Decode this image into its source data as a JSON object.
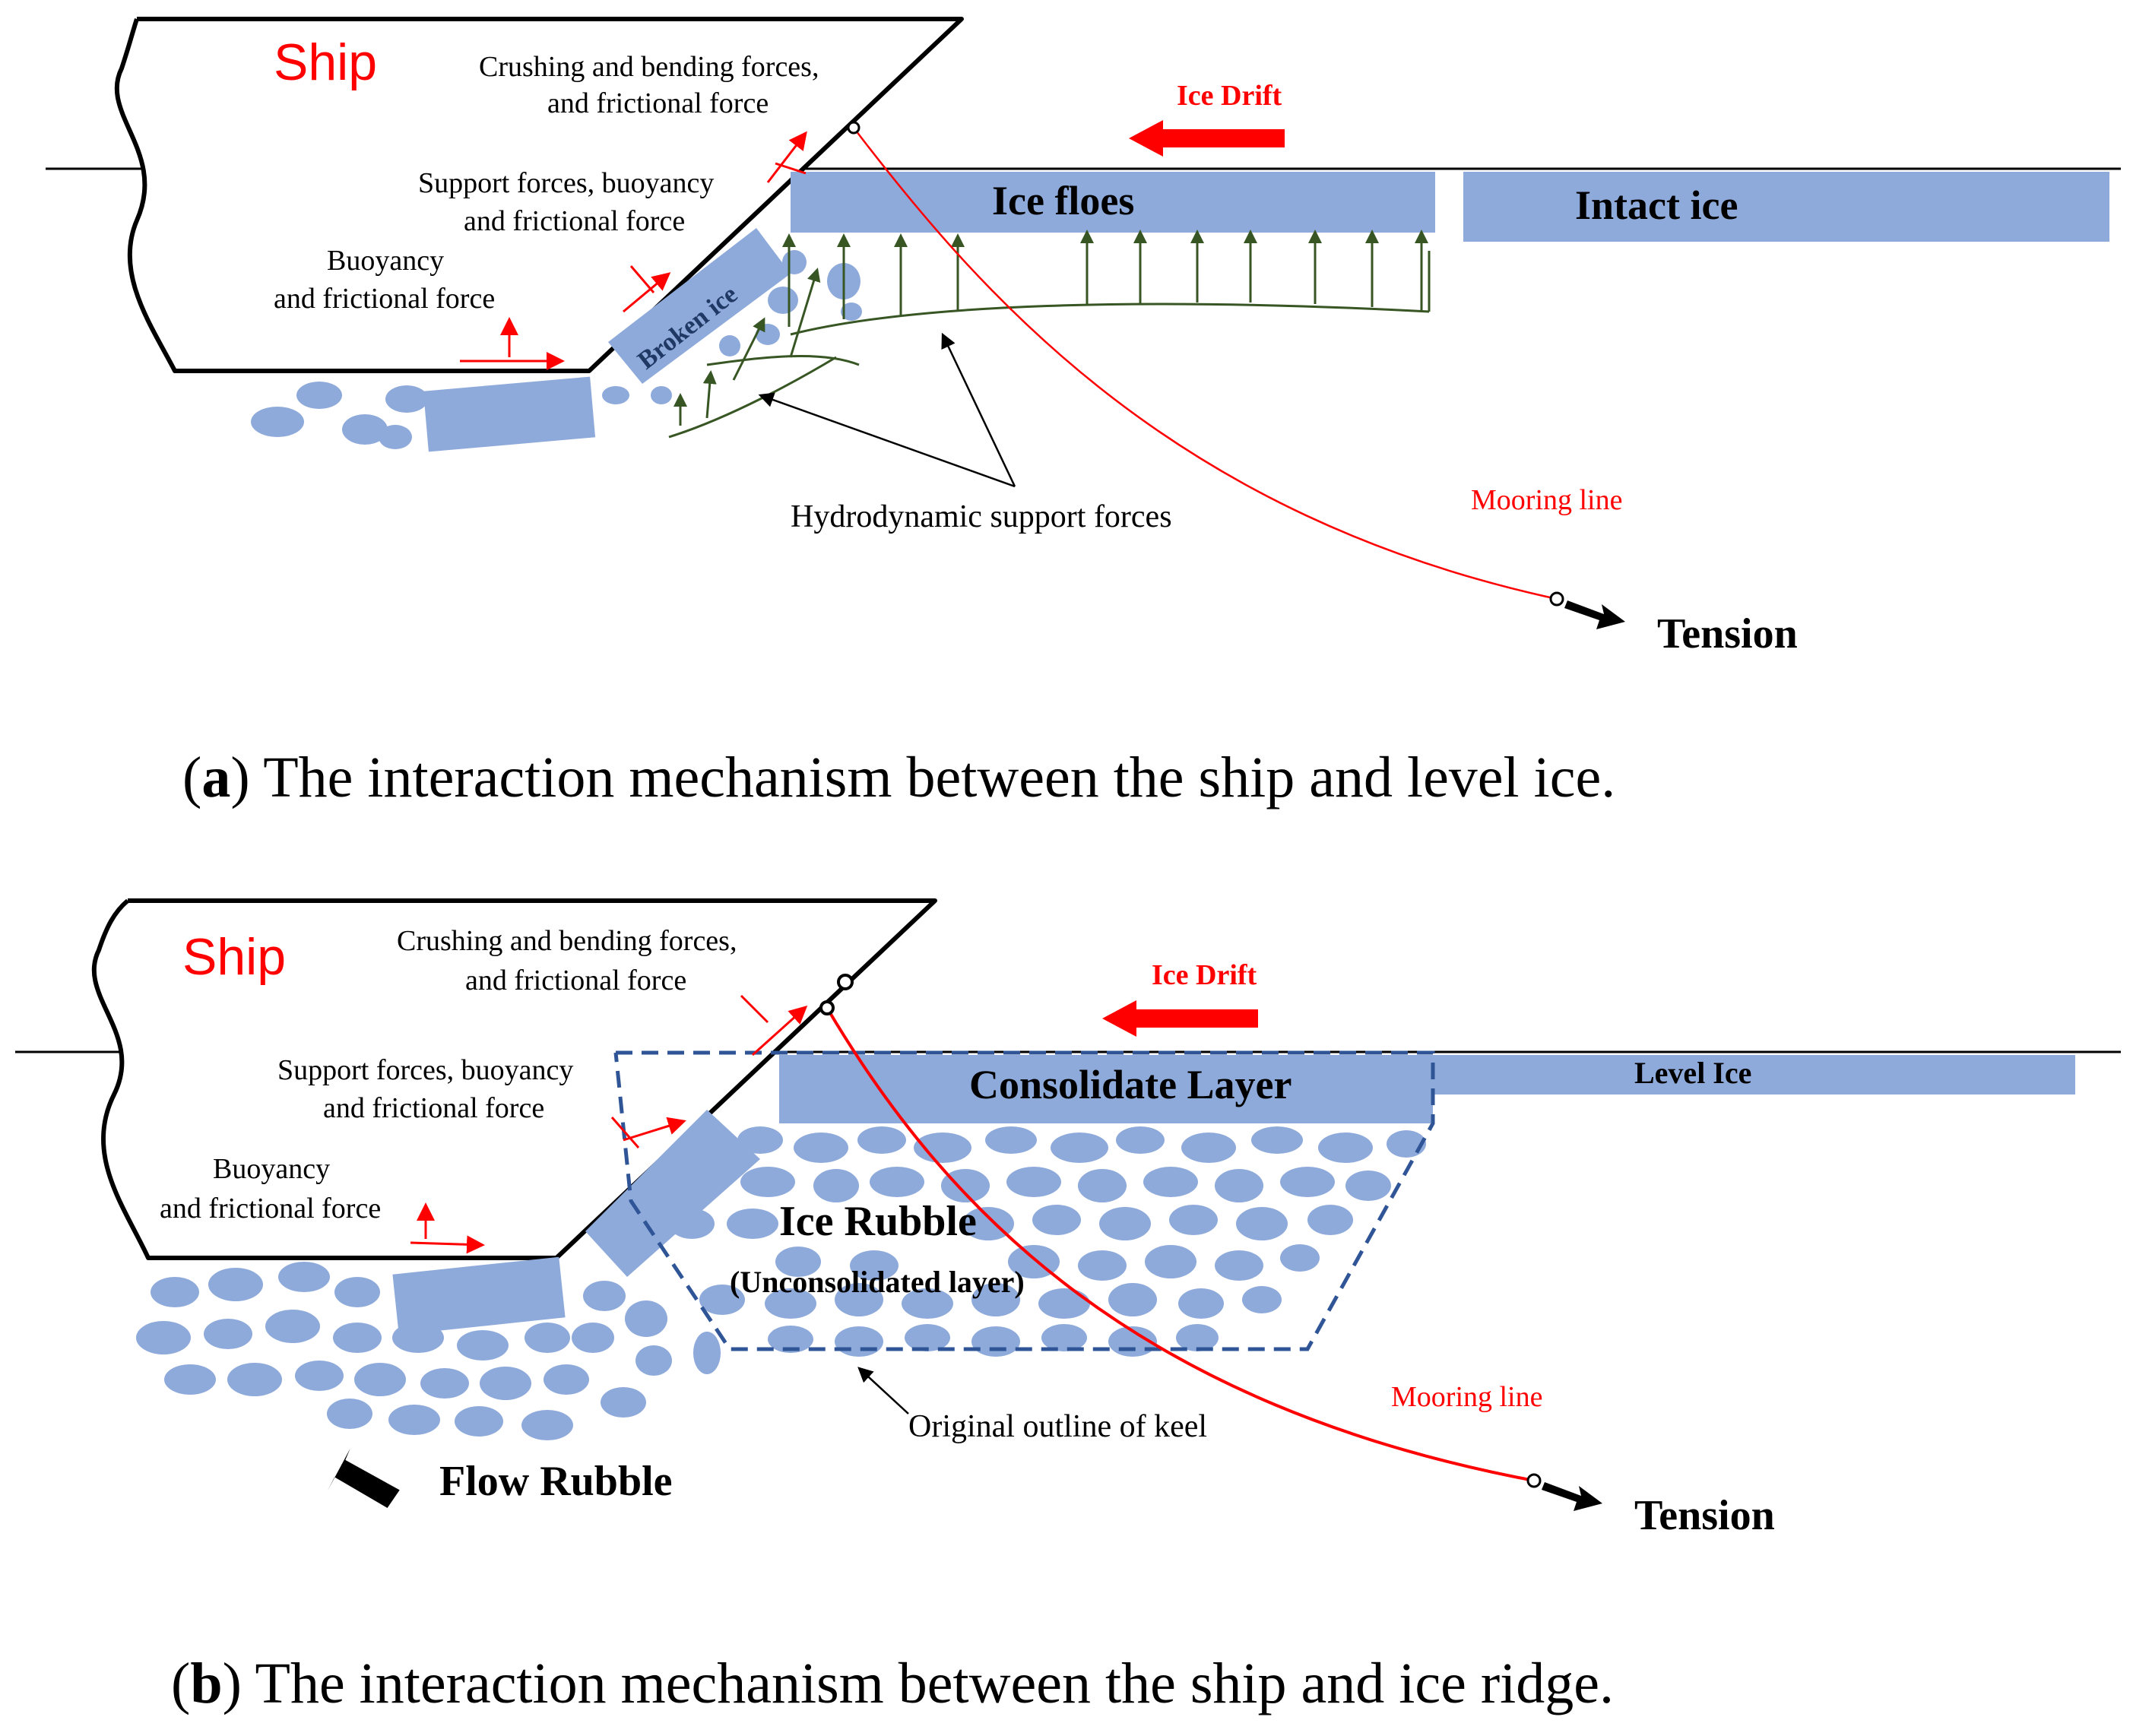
{
  "panel_a": {
    "ship": "Ship",
    "crushing": [
      "Crushing and bending forces,",
      "and frictional force"
    ],
    "ice_drift": "Ice Drift",
    "support": [
      "Support forces, buoyancy",
      "and frictional force"
    ],
    "buoyancy": [
      "Buoyancy",
      "and frictional force"
    ],
    "broken_ice": "Broken ice",
    "ice_floes": "Ice floes",
    "intact_ice": "Intact ice",
    "hydro": "Hydrodynamic support forces",
    "mooring": "Mooring line",
    "tension": "Tension",
    "caption_letter": "a",
    "caption_text": ") The interaction mechanism between the ship and level ice."
  },
  "panel_b": {
    "ship": "Ship",
    "crushing": [
      "Crushing and bending forces,",
      "and frictional force"
    ],
    "ice_drift": "Ice Drift",
    "support": [
      "Support forces, buoyancy",
      "and frictional force"
    ],
    "buoyancy": [
      "Buoyancy",
      "and frictional force"
    ],
    "consolidate": "Consolidate Layer",
    "level_ice": "Level Ice",
    "rubble": "Ice Rubble",
    "unconsolidated": "(Unconsolidated layer)",
    "outline": "Original outline of keel",
    "flow_rubble": "Flow Rubble",
    "mooring": "Mooring line",
    "tension": "Tension",
    "caption_letter": "b",
    "caption_text": ") The interaction mechanism between the ship and ice ridge."
  },
  "colors": {
    "ice": "#8eaadb",
    "force_arrow": "#ff0000",
    "hydro_arrow": "#375623",
    "keel_outline": "#2f5597",
    "text_red": "#ff0000",
    "text_black": "#000000"
  }
}
